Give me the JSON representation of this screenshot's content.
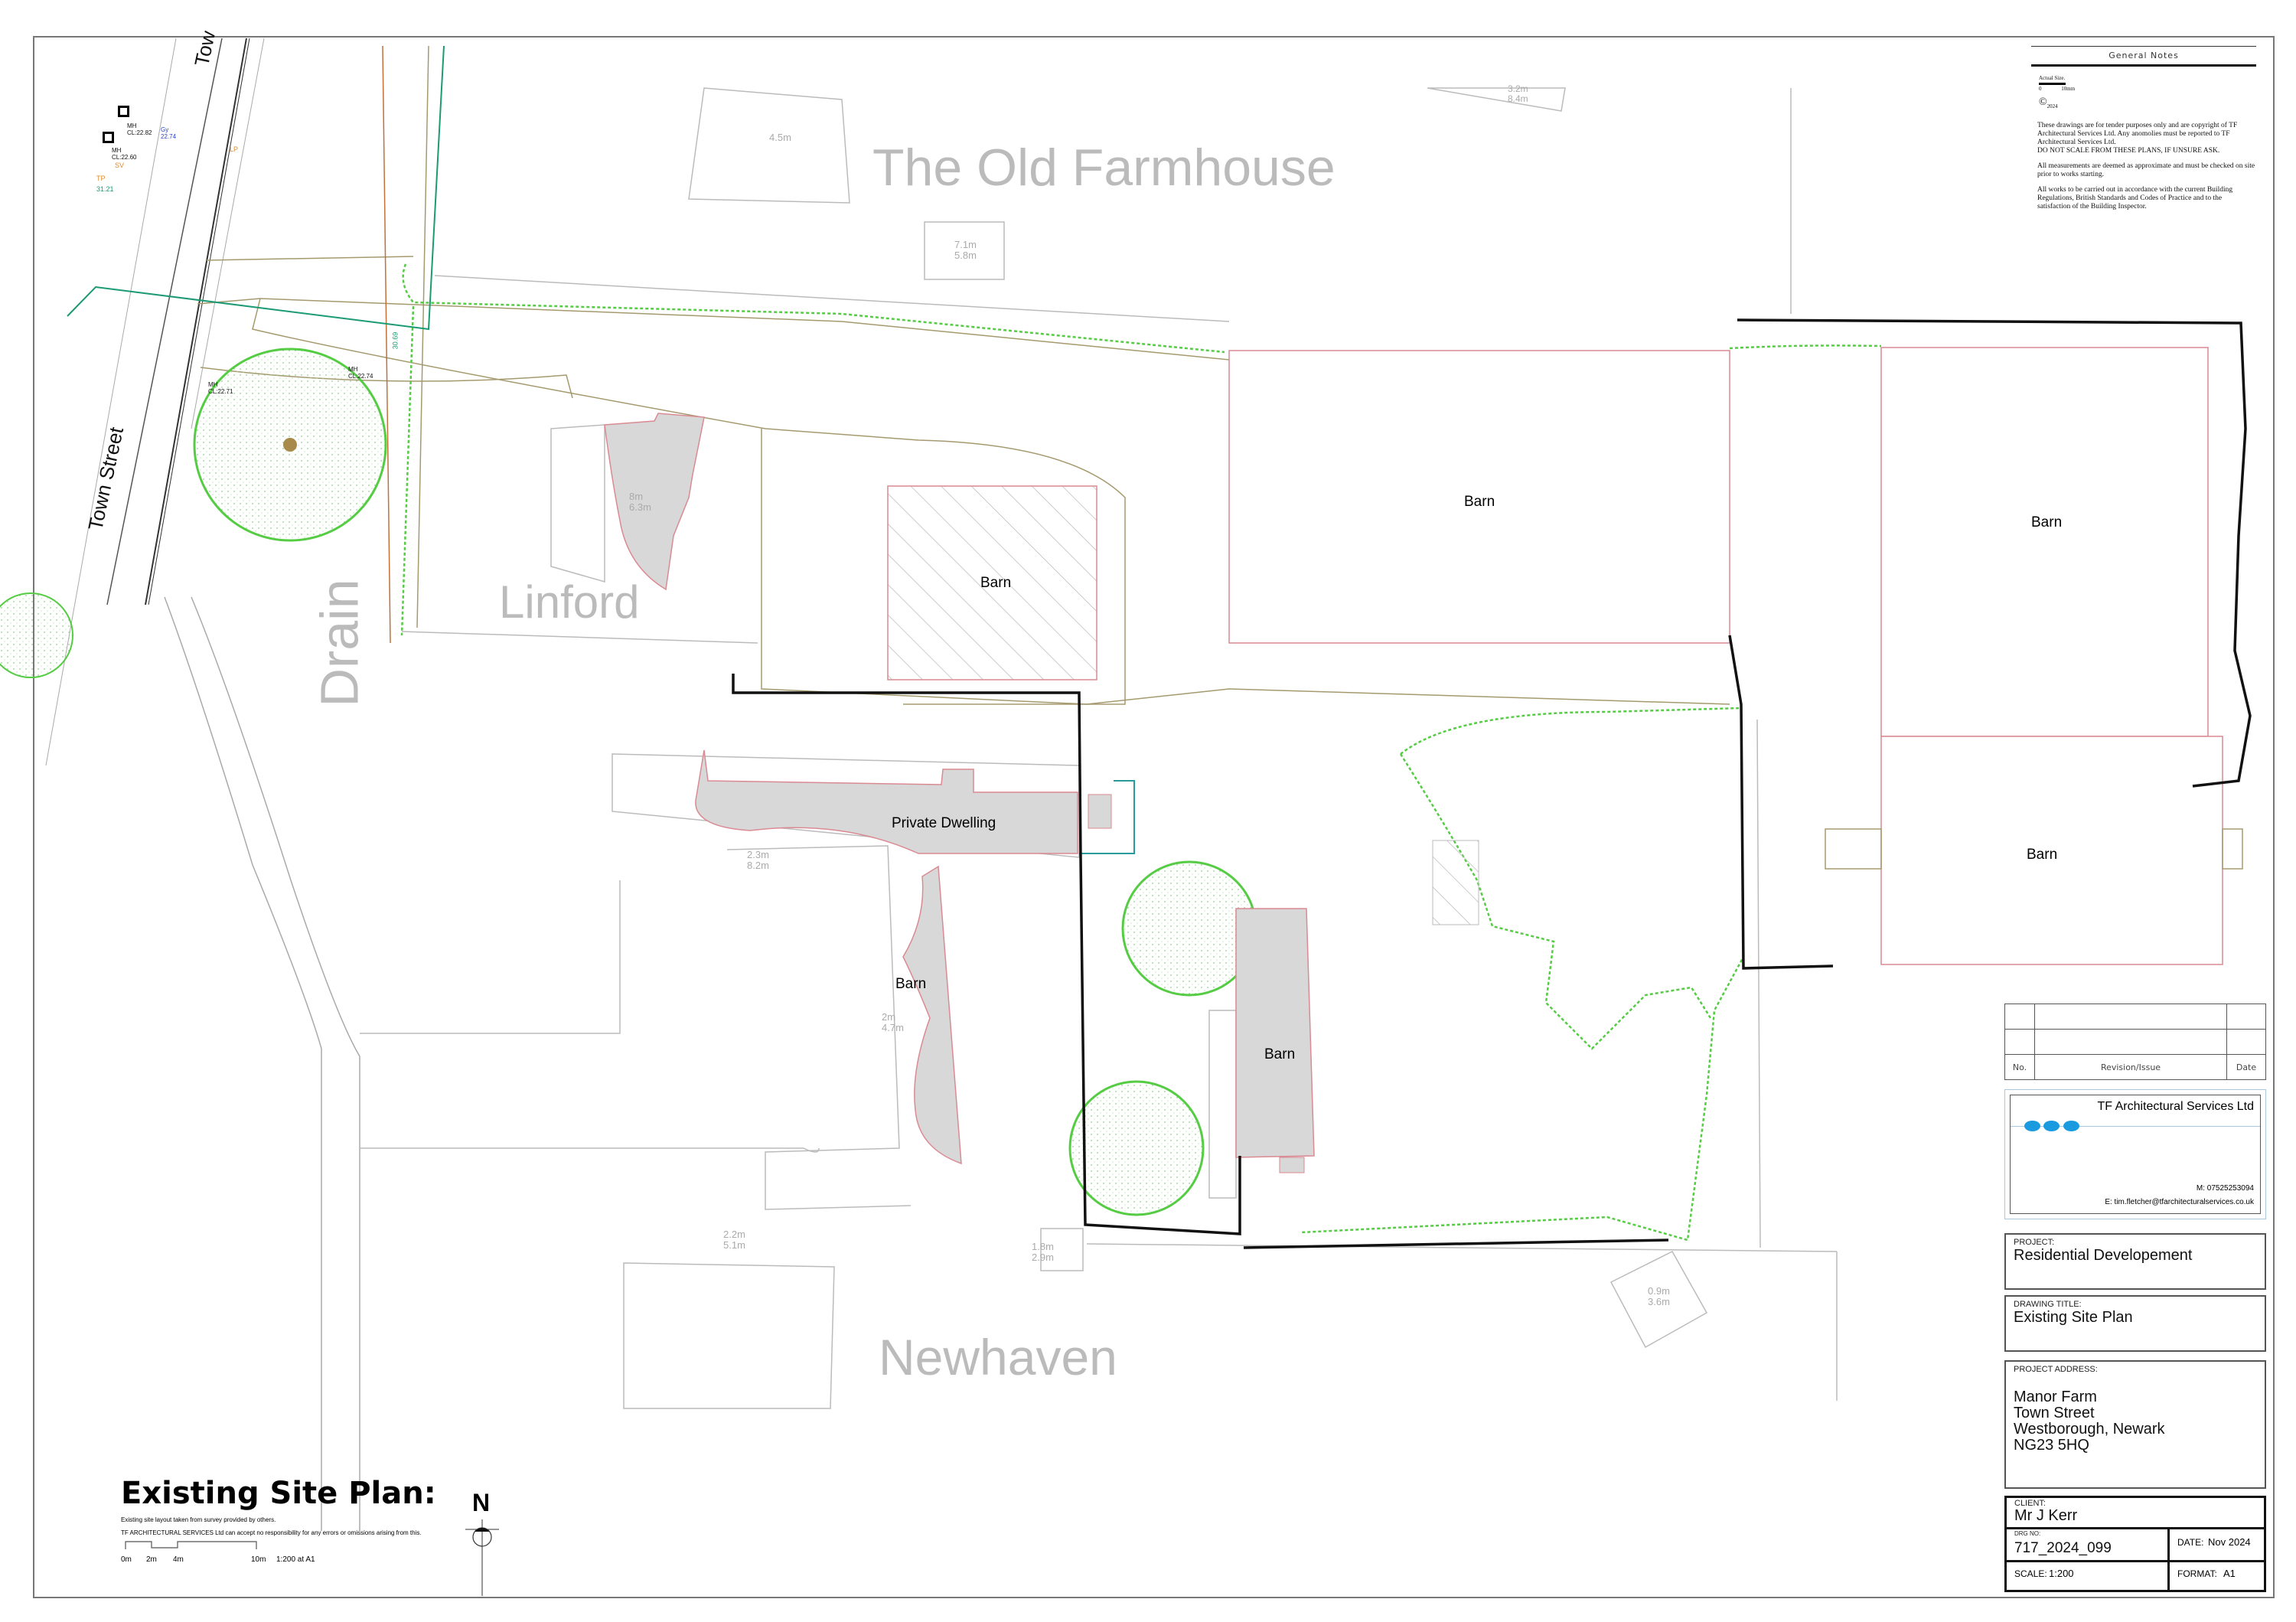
{
  "drawing": {
    "place_labels": {
      "old_farmhouse": "The Old Farmhouse",
      "linford": "Linford",
      "drain": "Drain",
      "newhaven": "Newhaven",
      "town_street": "Town Street",
      "town_street_top": "Tow"
    },
    "buildings": {
      "barn_north_centre": "Barn",
      "barn_north_east": "Barn",
      "barn_east": "Barn",
      "barn_hatched": "Barn",
      "barn_south": "Barn",
      "barn_wavy": "Barn",
      "private_dwelling": "Private Dwelling"
    },
    "dimensions": {
      "d1": [
        "4.5m"
      ],
      "d2": [
        "7.1m",
        "5.8m"
      ],
      "d3": [
        "3.2m",
        "8.4m"
      ],
      "d4": [
        "2.3m",
        "8.2m"
      ],
      "d5": [
        "2m",
        "4.7m"
      ],
      "d6": [
        "2.2m",
        "5.1m"
      ],
      "d7": [
        "1.8m",
        "2.9m"
      ],
      "d8": [
        "0.9m",
        "3.6m"
      ],
      "d9": [
        "8m",
        "6.3m"
      ]
    },
    "survey": {
      "mh1": [
        "MH",
        "CL:22.82"
      ],
      "mh2": [
        "MH",
        "CL:22.60"
      ],
      "mh3": [
        "MH",
        "CL:22.71"
      ],
      "mh4": [
        "MH",
        "CL:22.74"
      ],
      "gy": [
        "Gy",
        "22.74"
      ],
      "sv": "SV",
      "lp": "LP",
      "tp": "TP",
      "level1": "31.21",
      "level2": "30.69"
    }
  },
  "general_notes": {
    "title": "General Notes",
    "scale_caption": "Actual Size.",
    "scale_start": "0",
    "scale_end": "10mm",
    "copyright": "©",
    "copyright_year": "2024",
    "p1": "These drawings are for tender purposes only and are copyright of TF Architectural Services Ltd. Any anomolies must be reported to TF Architectural Services Ltd.",
    "p1b": "DO NOT SCALE FROM THESE PLANS, IF UNSURE ASK.",
    "p2": "All measurements are deemed as approximate and must be checked on site prior to works starting.",
    "p3": "All works to be carried out in accordance with the current Building Regulations, British Standards and Codes of Practice and to the satisfaction of the Building Inspector."
  },
  "revision_table": {
    "col_no": "No.",
    "col_revision": "Revision/Issue",
    "col_date": "Date"
  },
  "company": {
    "name": "TF Architectural Services Ltd",
    "mobile": "M: 07525253094",
    "email": "E: tim.fletcher@tfarchitecturalservices.co.uk",
    "logo_color": "#1a9be0"
  },
  "title_block": {
    "project_label": "PROJECT:",
    "project": "Residential Developement",
    "drawing_title_label": "DRAWING TITLE:",
    "drawing_title": "Existing Site Plan",
    "address_label": "PROJECT ADDRESS:",
    "address": [
      "Manor Farm",
      "Town Street",
      "Westborough, Newark",
      "NG23 5HQ"
    ],
    "client_label": "CLIENT:",
    "client": "Mr J Kerr",
    "drg_label": "DRG NO:",
    "drg_no": "717_2024_099",
    "date_label": "DATE:",
    "date": "Nov 2024",
    "scale_label": "SCALE:",
    "scale": "1:200",
    "format_label": "FORMAT:",
    "format": "A1"
  },
  "plan_title": {
    "title": "Existing Site Plan:",
    "note1": "Existing site layout taken from survey provided by others.",
    "note2": "TF ARCHITECTURAL SERVICES Ltd can accept no responsibility for any errors or omissions arising from this.",
    "scale_ticks": [
      "0m",
      "2m",
      "4m",
      "10m"
    ],
    "scale_text": "1:200 at A1",
    "north": "N"
  }
}
